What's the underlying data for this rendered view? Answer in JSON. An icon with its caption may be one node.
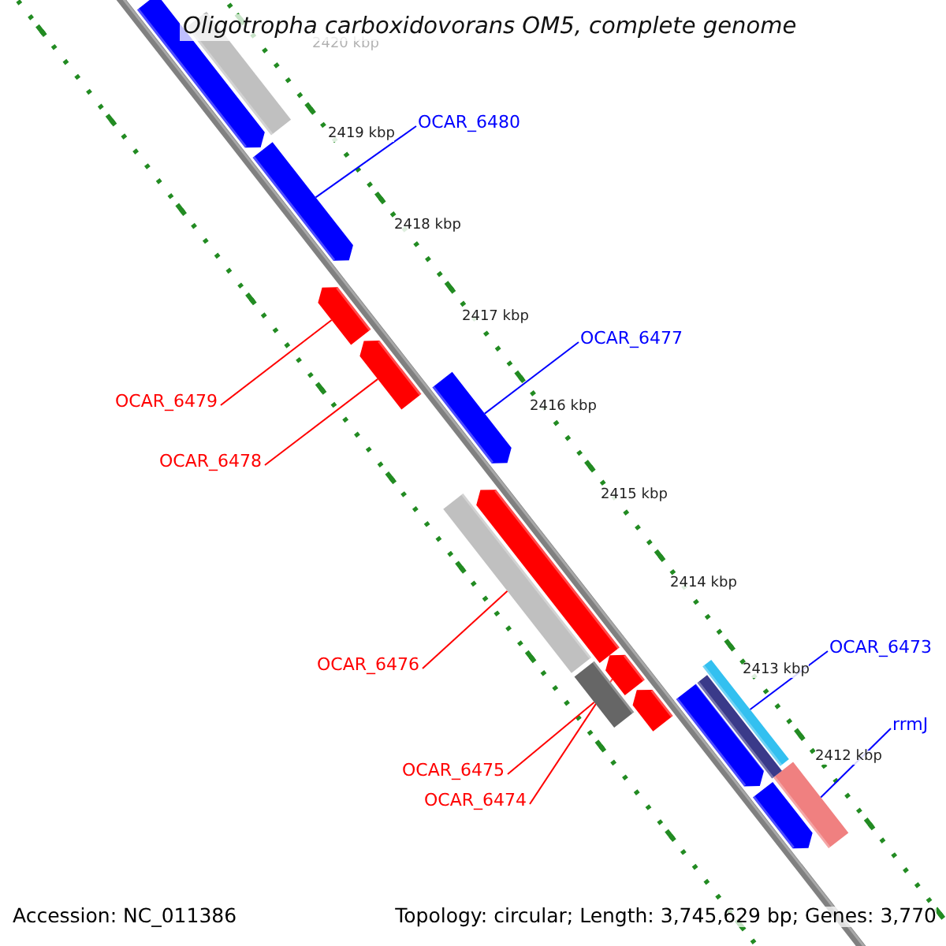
{
  "diagram": {
    "title": "Oligotropha carboxidovorans OM5, complete genome",
    "nodes": [
      {
        "text": [
          "OCAR_6480"
        ]
      },
      {
        "text": [],
        "shape": "arrow"
      },
      {
        "text": [
          "OCAR_6477"
        ]
      },
      {
        "text": [],
        "shape": "arrow"
      },
      {
        "text": [
          "OCAR_6479"
        ]
      },
      {
        "text": [],
        "shape": "arrow"
      },
      {
        "text": [
          "OCAR_6478"
        ]
      },
      {
        "text": [],
        "shape": "arrow"
      },
      {
        "text": [
          "OCAR_6476"
        ]
      },
      {
        "text": [],
        "shape": "bar"
      },
      {
        "text": [
          "OCAR_6475"
        ]
      },
      {
        "text": [],
        "shape": "bar"
      },
      {
        "text": [
          "OCAR_6474"
        ]
      },
      {
        "text": [],
        "shape": "arrow"
      },
      {
        "text": [
          "OCAR_6473"
        ]
      },
      {
        "text": [],
        "shape": "bar"
      },
      {
        "text": [
          "rrmJ"
        ]
      },
      {
        "text": [],
        "shape": "bar"
      },
      {
        "text": [],
        "shape": "arrow"
      },
      {
        "text": [],
        "shape": "bar"
      },
      {
        "text": [],
        "shape": "arrow"
      },
      {
        "text": [],
        "shape": "arrow"
      },
      {
        "text": [],
        "shape": "arrow"
      },
      {
        "text": [],
        "shape": "arrow"
      },
      {
        "text": [],
        "shape": "bar"
      }
    ],
    "edges": [
      {
        "from": 0,
        "to": 1,
        "arrow": "none",
        "color": "#0000ff"
      },
      {
        "from": 2,
        "to": 3,
        "arrow": "none",
        "color": "#0000ff"
      },
      {
        "from": 4,
        "to": 5,
        "arrow": "none"
      },
      {
        "from": 6,
        "to": 7,
        "arrow": "none"
      },
      {
        "from": 8,
        "to": 9,
        "arrow": "none"
      },
      {
        "from": 10,
        "to": 11,
        "arrow": "none"
      },
      {
        "from": 12,
        "to": 13,
        "arrow": "none"
      },
      {
        "from": 14,
        "to": 15,
        "arrow": "none",
        "color": "#0000ff"
      },
      {
        "from": 16,
        "to": 17,
        "arrow": "none",
        "color": "#0000ff"
      }
    ],
    "labels": [
      "2420 kbp",
      "2419 kbp",
      "2418 kbp",
      "2417 kbp",
      "2416 kbp",
      "2415 kbp",
      "2414 kbp",
      "2413 kbp",
      "2412 kbp",
      "Accession: NC_011386",
      "Topology: circular; Length: 3,745,629 bp; Genes: 3,770"
    ]
  }
}
